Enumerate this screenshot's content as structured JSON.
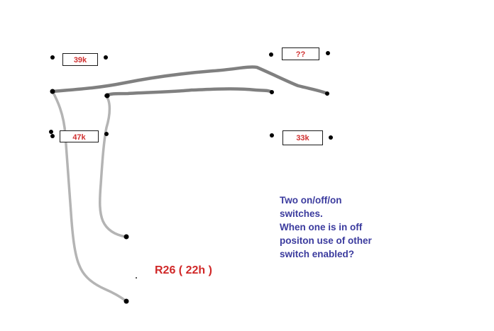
{
  "resistors": {
    "r39k": "39k",
    "r_unknown": "??",
    "r47k": "47k",
    "r33k": "33k"
  },
  "note": {
    "line1": "Two on/off/on",
    "line2": "switches.",
    "line3": "When one is in off",
    "line4": "positon use of other",
    "line5": "switch enabled?"
  },
  "ref_label": "R26 ( 22h )",
  "colors": {
    "dark_wire": "#808080",
    "light_wire": "#b4b4b4",
    "resistor_text": "#d03030",
    "ref_label": "#d02828",
    "note_text": "#3b3b9e",
    "terminal": "#000000"
  }
}
